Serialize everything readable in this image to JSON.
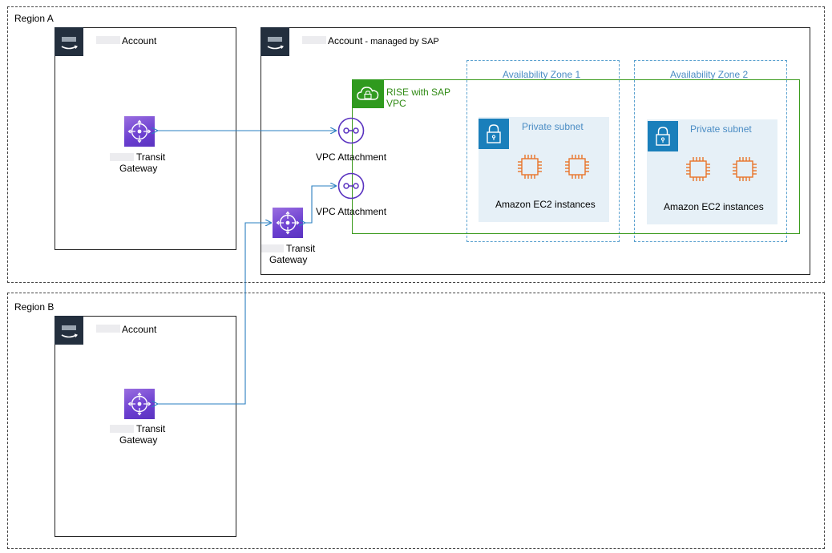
{
  "region_a": {
    "label": "Region A"
  },
  "region_b": {
    "label": "Region B"
  },
  "account_a": {
    "label": "Account",
    "tgw_line1": "Transit",
    "tgw_line2": "Gateway"
  },
  "account_sap": {
    "label": "Account",
    "suffix": " - managed by SAP",
    "tgw_line1": "Transit",
    "tgw_line2": "Gateway"
  },
  "account_b": {
    "label": "Account",
    "tgw_line1": "Transit",
    "tgw_line2": "Gateway"
  },
  "vpc": {
    "line1": "RISE with SAP",
    "line2": "VPC"
  },
  "attachments": [
    {
      "label": "VPC Attachment"
    },
    {
      "label": "VPC Attachment"
    }
  ],
  "az1": {
    "label": "Availability Zone 1",
    "subnet": "Private subnet",
    "instances": "Amazon EC2 instances"
  },
  "az2": {
    "label": "Availability Zone 2",
    "subnet": "Private subnet",
    "instances": "Amazon EC2 instances"
  },
  "colors": {
    "aws_tile": "#232f3e",
    "transit_gateway": "#6b3fd0",
    "vpc_green": "#2f9a1e",
    "az_blue": "#5aa1cf",
    "subnet_fill": "#e6f0f7",
    "lock_blue": "#1a7fbb",
    "ec2_orange": "#e8742a",
    "connector_blue": "#2a7fc0"
  }
}
